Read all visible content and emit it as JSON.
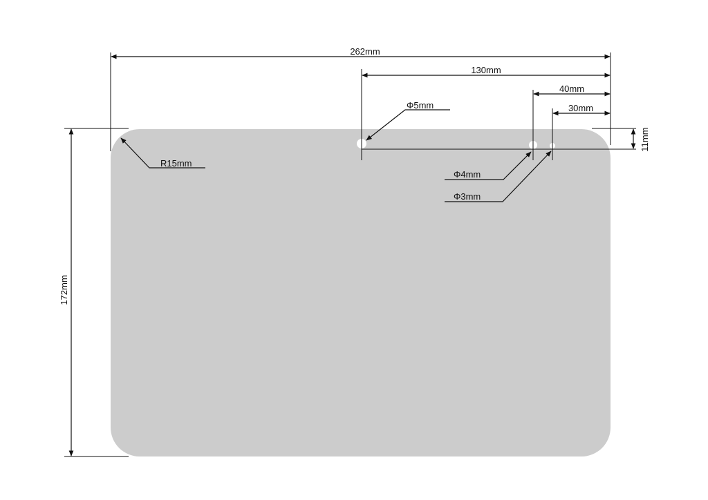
{
  "drawing": {
    "plate_color": "#cccccc",
    "line_color": "#111111",
    "hole_color": "#ffffff"
  },
  "dimensions": {
    "overall_width": "262mm",
    "hole_big_offset": "130mm",
    "hole_mid_offset": "40mm",
    "hole_small_offset": "30mm",
    "hole_row_offset": "11mm",
    "overall_height": "172mm",
    "corner_radius": "R15mm"
  },
  "holes": {
    "big": "Φ5mm",
    "mid": "Φ4mm",
    "small": "Φ3mm"
  }
}
